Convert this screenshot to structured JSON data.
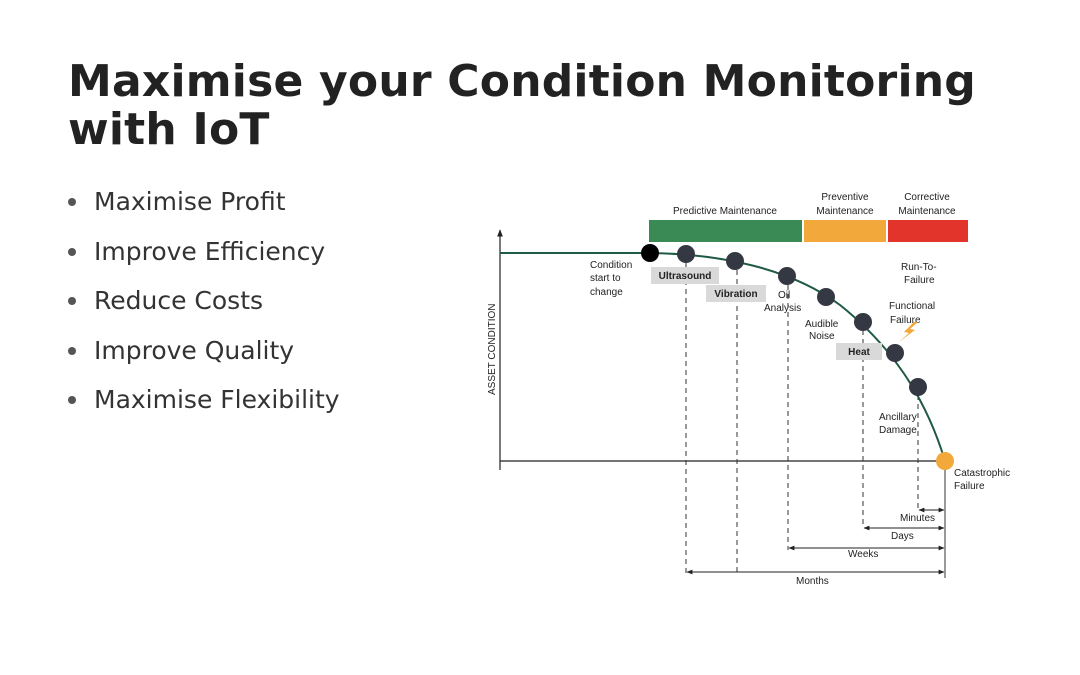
{
  "title": "Maximise your Condition Monitoring with IoT",
  "bullets": [
    "Maximise Profit",
    "Improve Efficiency",
    "Reduce Costs",
    "Improve Quality",
    "Maximise Flexibility"
  ],
  "diagram": {
    "y_axis_label": "ASSET CONDITION",
    "headers": {
      "predictive": "Predictive Maintenance",
      "preventive": [
        "Preventive",
        "Maintenance"
      ],
      "corrective": [
        "Corrective",
        "Maintenance"
      ]
    },
    "colors": {
      "predictive": "#3a8a55",
      "preventive": "#f2a83b",
      "corrective": "#e2342a",
      "curve": "#1f5a44",
      "marker": "#333842",
      "start": "#000000",
      "end": "#f2a83b"
    },
    "labels": {
      "condition": [
        "Condition",
        "start to",
        "change"
      ],
      "ultrasound": "Ultrasound",
      "vibration": "Vibration",
      "oil": [
        "Oil",
        "Analysis"
      ],
      "audible": [
        "Audible",
        "Noise"
      ],
      "heat": "Heat",
      "run_to_failure": [
        "Run-To-",
        "Failure"
      ],
      "functional": [
        "Functional",
        "Failure"
      ],
      "ancillary": [
        "Ancillary",
        "Damage"
      ],
      "catastrophic": [
        "Catastrophic",
        "Failure"
      ]
    },
    "timeframes": {
      "minutes": "Minutes",
      "days": "Days",
      "weeks": "Weeks",
      "months": "Months"
    },
    "icons": {
      "lightning": "lightning-bolt-icon"
    }
  }
}
